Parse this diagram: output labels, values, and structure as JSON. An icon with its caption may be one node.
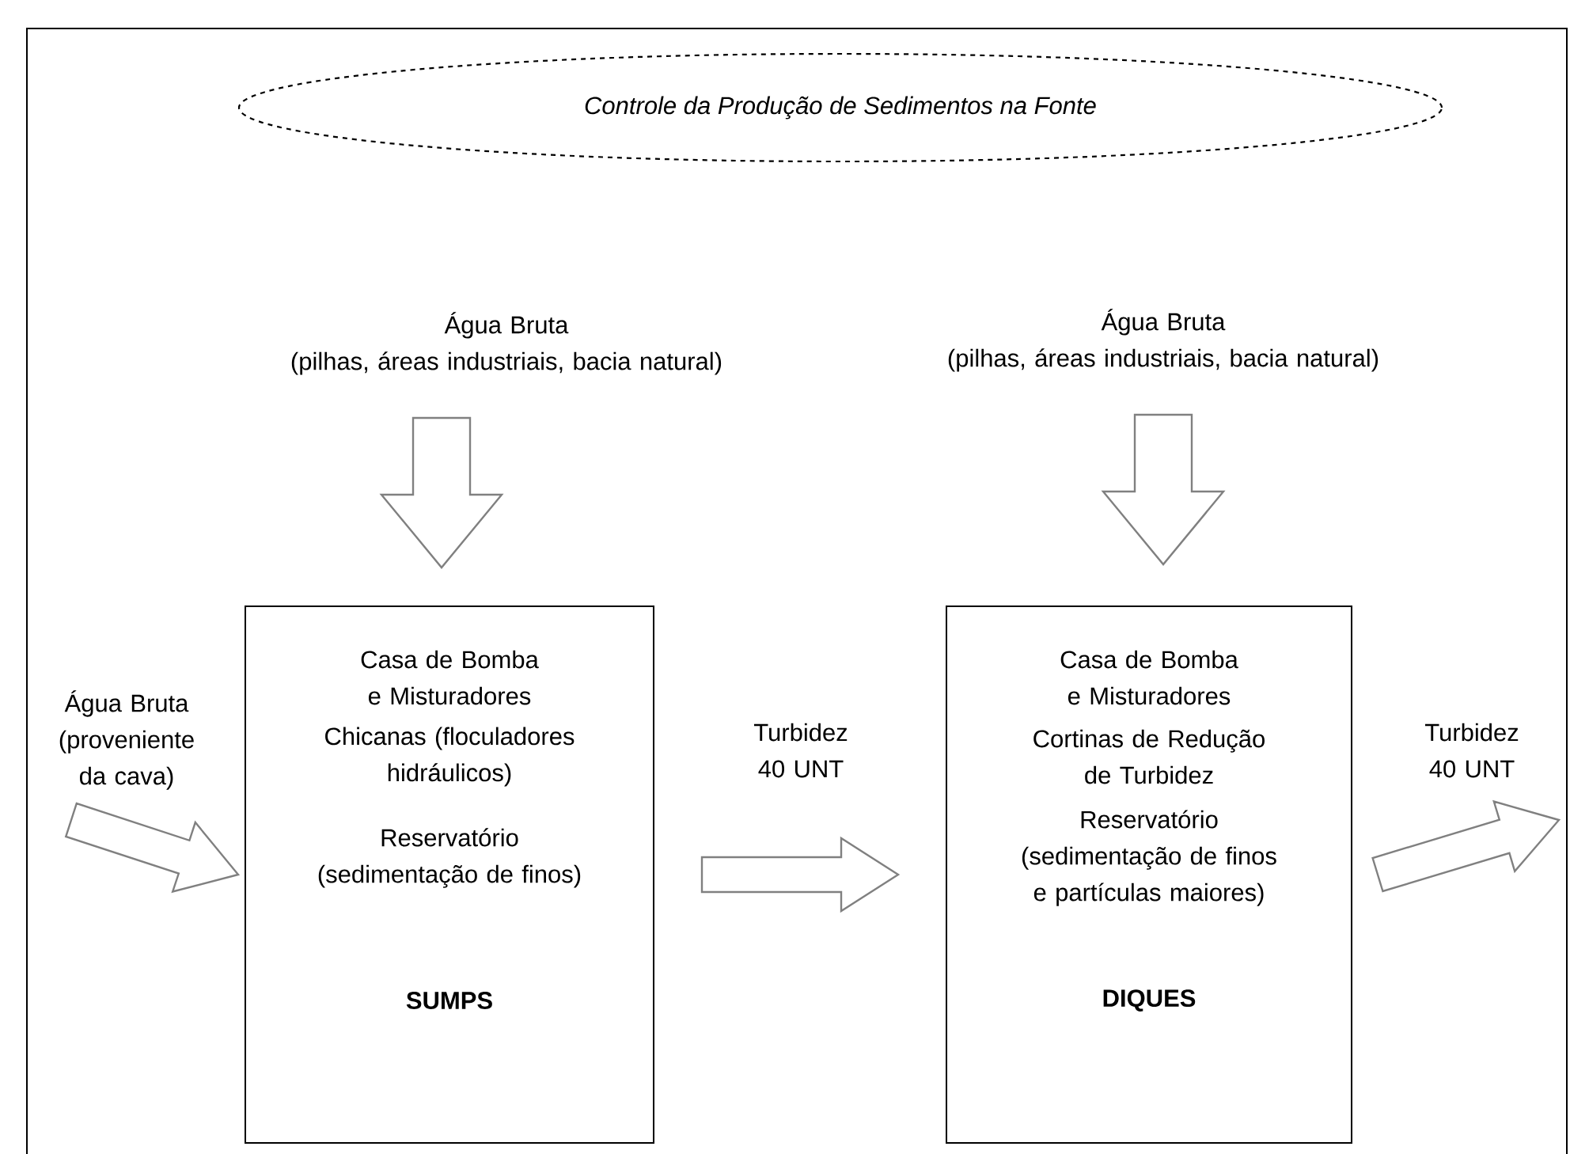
{
  "diagram": {
    "nodes": [
      {
        "text": [
          "Controle da Produção de Sedimentos na Fonte"
        ]
      },
      {
        "text": [
          "Água Bruta",
          "(pilhas, áreas industriais, bacia natural)"
        ]
      },
      {
        "text": [
          "Água Bruta",
          "(pilhas, áreas industriais, bacia natural)"
        ]
      },
      {
        "text": [
          "Água Bruta",
          "(proveniente da cava)"
        ]
      },
      {
        "text": [
          "Casa de Bomba e Misturadores",
          "Chicanas (floculadores hidráulicos)",
          "Reservatório (sedimentação de finos)",
          "SUMPS"
        ]
      },
      {
        "text": [
          "Casa de Bomba e Misturadores",
          "Cortinas de Redução de Turbidez",
          "Reservatório (sedimentação de finos e partículas maiores)",
          "DIQUES"
        ]
      }
    ],
    "edges": [
      {
        "from": 1,
        "to": 4,
        "arrow": "to"
      },
      {
        "from": 2,
        "to": 5,
        "arrow": "to"
      },
      {
        "from": 3,
        "to": 4,
        "arrow": "to"
      },
      {
        "from": 4,
        "to": 5,
        "arrow": "to",
        "label": "Turbidez 40 UNT"
      },
      {
        "from": 5,
        "to": null,
        "arrow": "to",
        "label": "Turbidez 40 UNT"
      }
    ]
  }
}
